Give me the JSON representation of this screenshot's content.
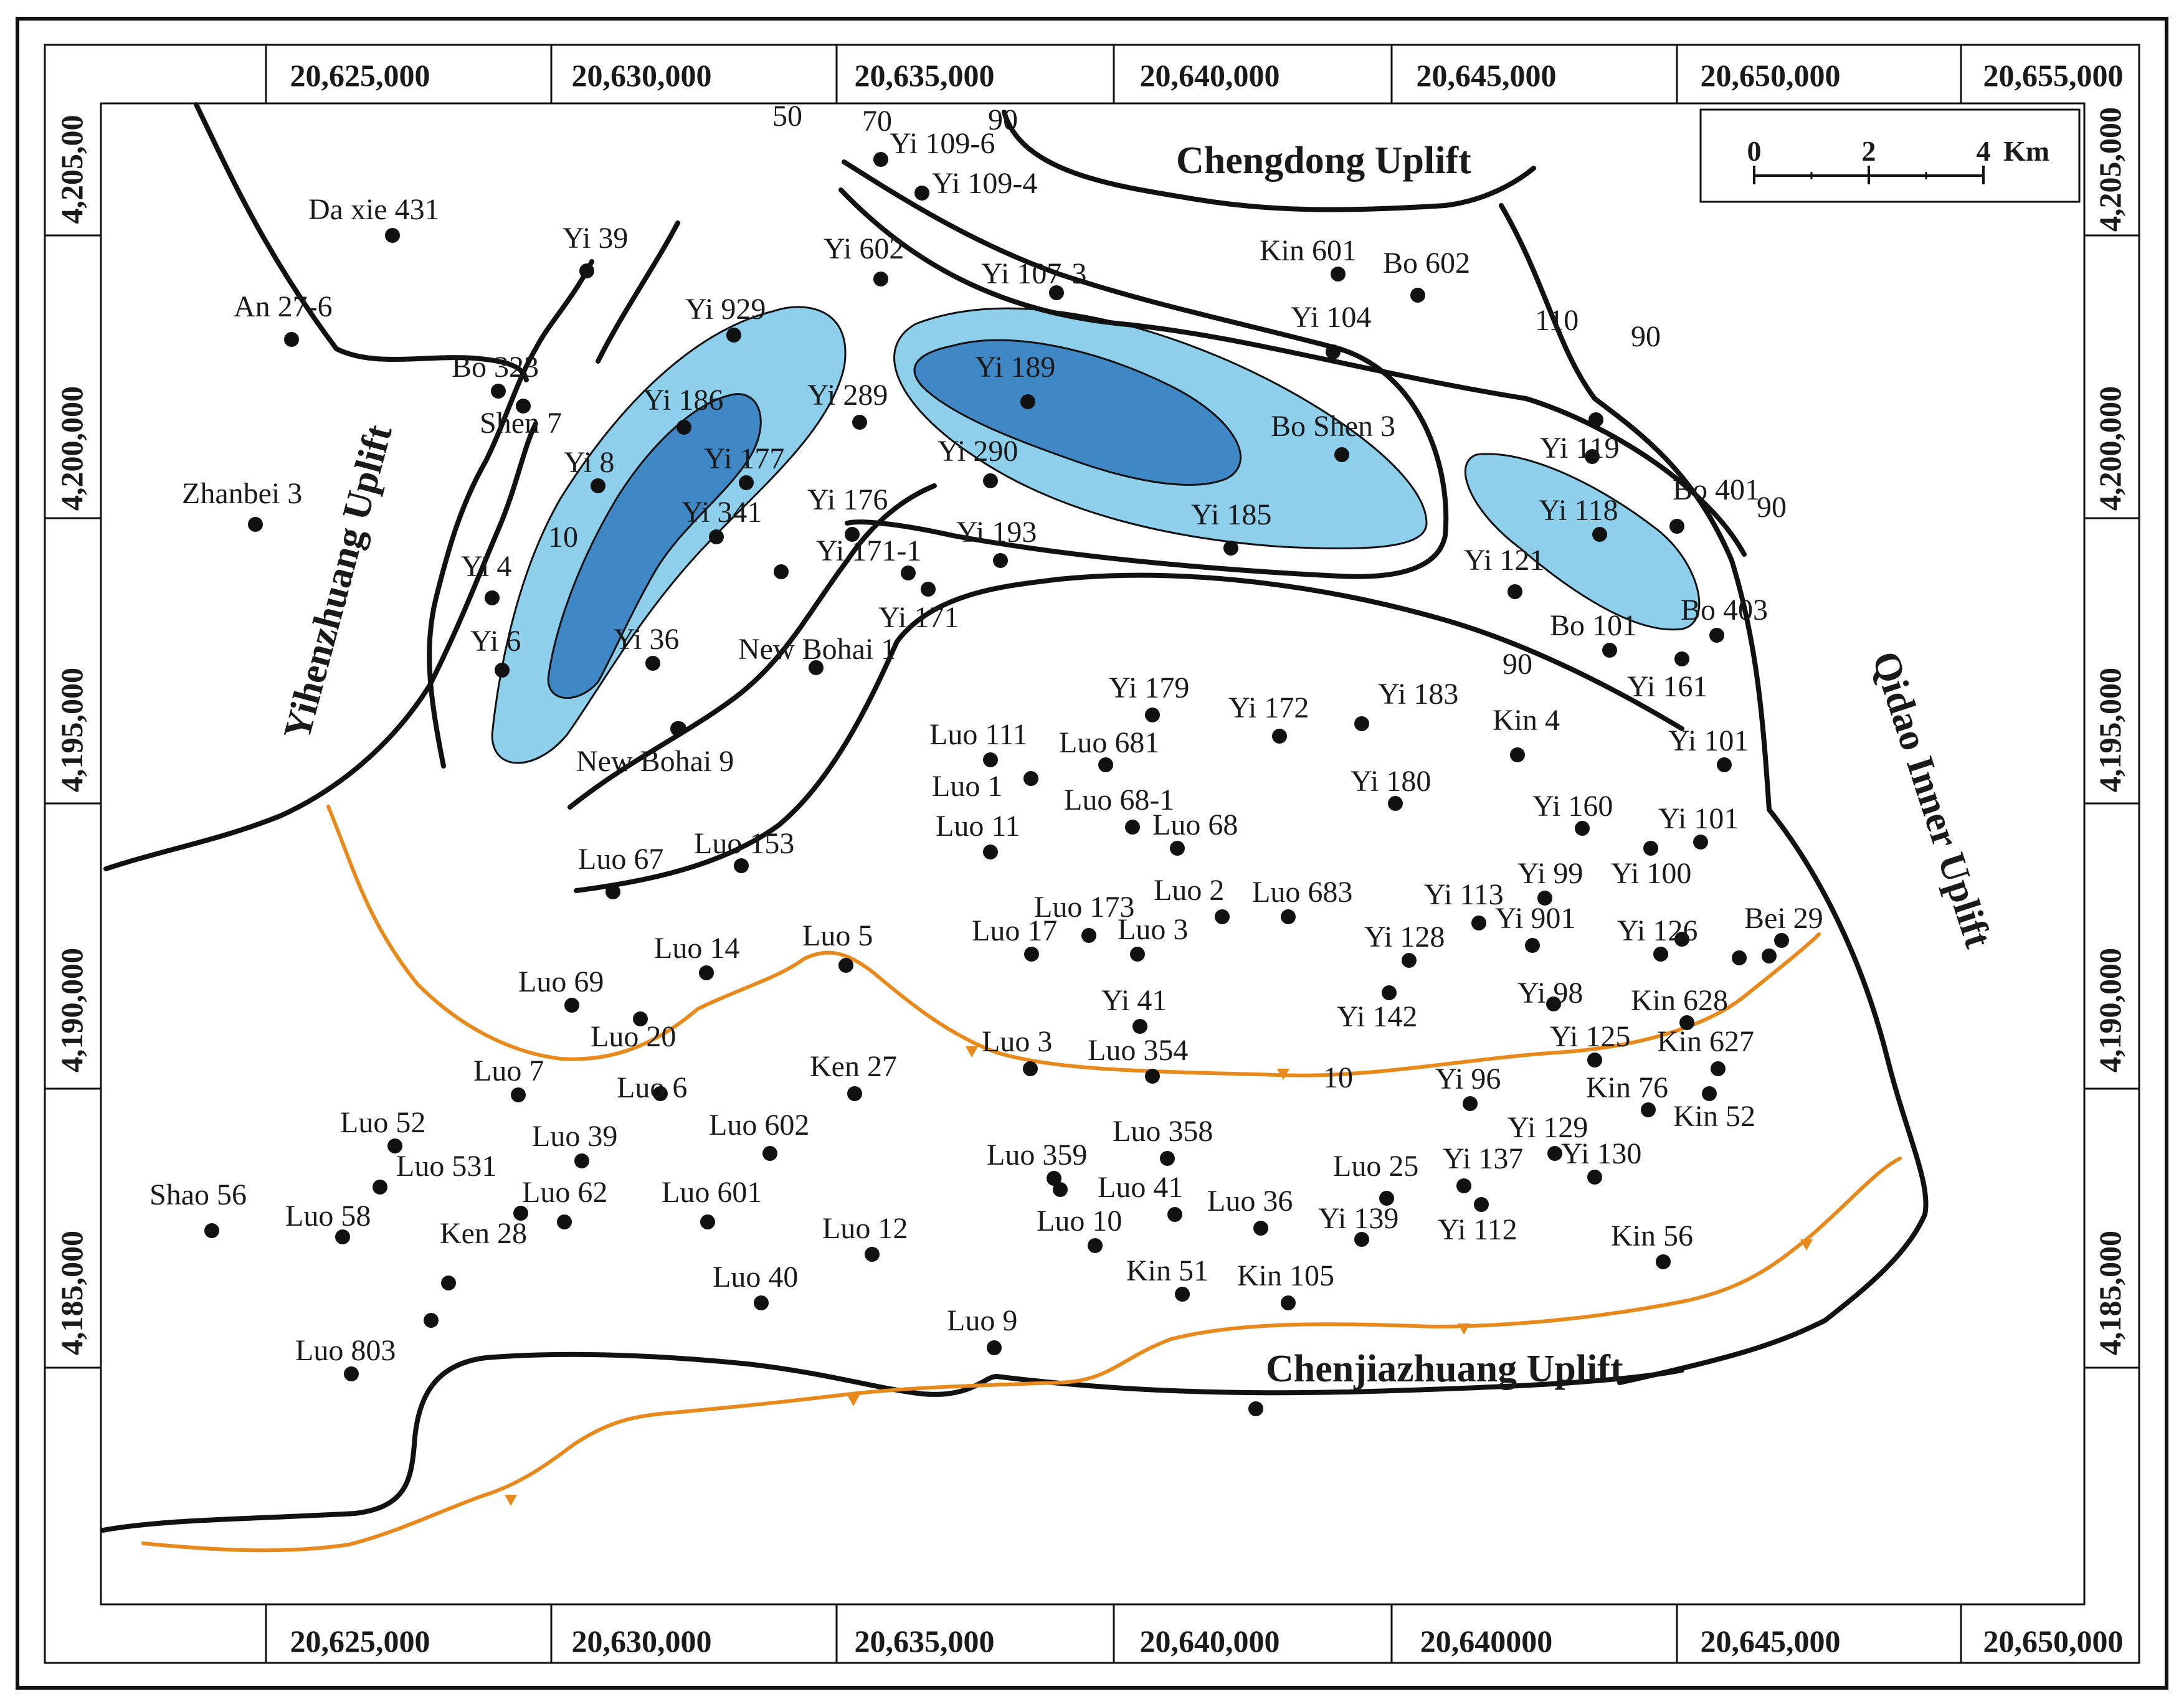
{
  "coords": {
    "top": [
      "20,625,000",
      "20,630,000",
      "20,635,000",
      "20,640,000",
      "20,645,000",
      "20,650,000",
      "20,655,000"
    ],
    "bottom": [
      "20,625,000",
      "20,630,000",
      "20,635,000",
      "20,640,000",
      "20,640000",
      "20,645,000",
      "20,650,000"
    ],
    "left": [
      "4,205,00",
      "4,200,000",
      "4,195,000",
      "4,190,000",
      "4,185,000"
    ],
    "right": [
      "4,205,000",
      "4,200,000",
      "4,195,000",
      "4,190,000",
      "4,185,000"
    ]
  },
  "scale": {
    "labels": [
      "0",
      "2",
      "4"
    ],
    "unit": "Km"
  },
  "regions": {
    "chengdong": "Chengdong Uplift",
    "yihenzhuang": "Yihenzhuang Uplift",
    "qidao": "Qidao Inner Uplift",
    "chenjiazhuang": "Chenjiazhuang Uplift"
  },
  "contour_labels": [
    "50",
    "70",
    "90",
    "10",
    "90",
    "110",
    "90",
    "90",
    "10"
  ],
  "wells": [
    "Da xie 431",
    "An 27-6",
    "Yi 39",
    "Bo 323",
    "Shen 7",
    "Zhanbei 3",
    "Yi 8",
    "Yi 4",
    "Yi 6",
    "Yi 929",
    "Yi 186",
    "Yi 177",
    "Yi 341",
    "Yi 36",
    "New Bohai 9",
    "Yi 109-6",
    "Yi 109-4",
    "Yi 602",
    "Yi 107-3",
    "Yi 289",
    "Yi 189",
    "Yi 290",
    "Yi 176",
    "Yi 171-1",
    "Yi 193",
    "Yi 171",
    "New Bohai 1",
    "Yi 185",
    "Kin 601",
    "Bo 602",
    "Yi 104",
    "Bo Shen 3",
    "Yi 119",
    "Yi 118",
    "Bo 401",
    "Yi 121",
    "Bo 101",
    "Bo 403",
    "Yi 161",
    "Yi 179",
    "Yi 172",
    "Yi 183",
    "Kin 4",
    "Yi 101",
    "Luo 111",
    "Luo 681",
    "Luo 1",
    "Luo 68-1",
    "Luo 68",
    "Luo 11",
    "Yi 180",
    "Yi 160",
    "Yi 101",
    "Luo 67",
    "Luo 153",
    "Yi 99",
    "Yi 100",
    "Yi 113",
    "Luo 173",
    "Luo 2",
    "Luo 683",
    "Yi 901",
    "Yi 126",
    "Bei 29",
    "Luo 17",
    "Luo 3",
    "Yi 128",
    "Luo 14",
    "Luo 5",
    "Luo 69",
    "Luo 20",
    "Yi 41",
    "Yi 98",
    "Kin 628",
    "Yi 142",
    "Luo 3",
    "Luo 354",
    "Yi 125",
    "Kin 627",
    "Luo 7",
    "Luo 6",
    "Ken 27",
    "Yi 96",
    "Kin 76",
    "Kin 52",
    "Luo 52",
    "Luo 39",
    "Luo 602",
    "Luo 358",
    "Yi 129",
    "Yi 130",
    "Luo 531",
    "Luo 359",
    "Luo 25",
    "Yi 137",
    "Shao 56",
    "Luo 58",
    "Luo 62",
    "Luo 601",
    "Luo 41",
    "Luo 36",
    "Yi 139",
    "Yi 112",
    "Ken 28",
    "Luo 10",
    "Luo 12",
    "Kin 56",
    "Luo 40",
    "Kin 51",
    "Kin 105",
    "Luo 9",
    "Luo 803"
  ],
  "colors": {
    "fill_light": "#8ecfeb",
    "fill_dark": "#3f88c5",
    "fault": "#e8891c",
    "boundary": "#111111"
  }
}
